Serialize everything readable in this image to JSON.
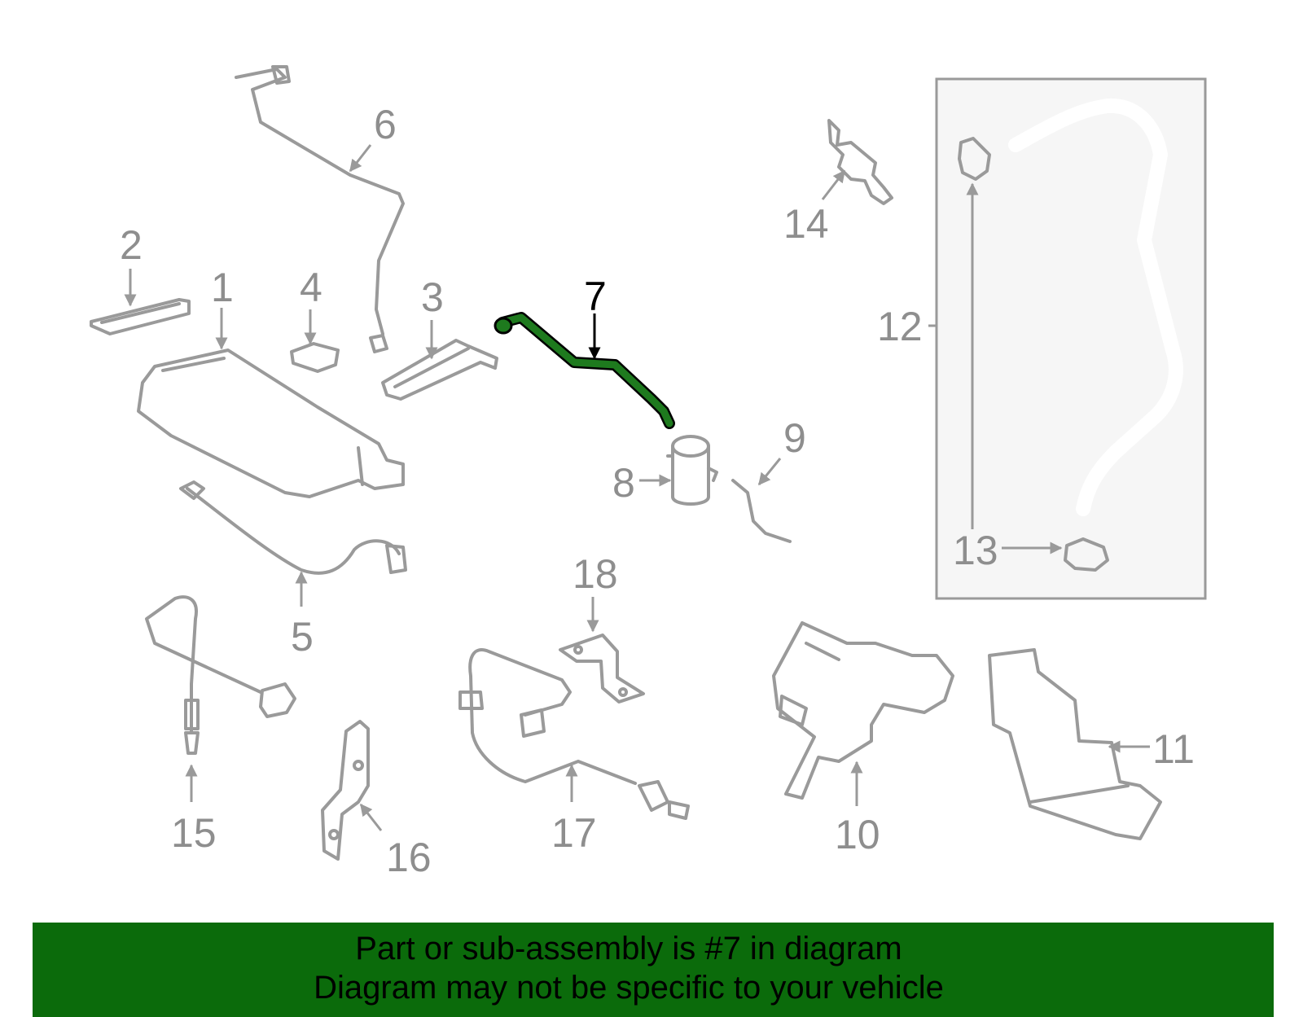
{
  "highlight_color": "#1e7a1e",
  "banner_color": "#0b6b0b",
  "callouts": {
    "c1": "1",
    "c2": "2",
    "c3": "3",
    "c4": "4",
    "c5": "5",
    "c6": "6",
    "c7": "7",
    "c8": "8",
    "c9": "9",
    "c10": "10",
    "c11": "11",
    "c12": "12",
    "c13": "13",
    "c14": "14",
    "c15": "15",
    "c16": "16",
    "c17": "17",
    "c18": "18"
  },
  "banner": {
    "line1": "Part or sub-assembly is #7 in diagram",
    "line2": "Diagram may not be specific to your vehicle"
  }
}
